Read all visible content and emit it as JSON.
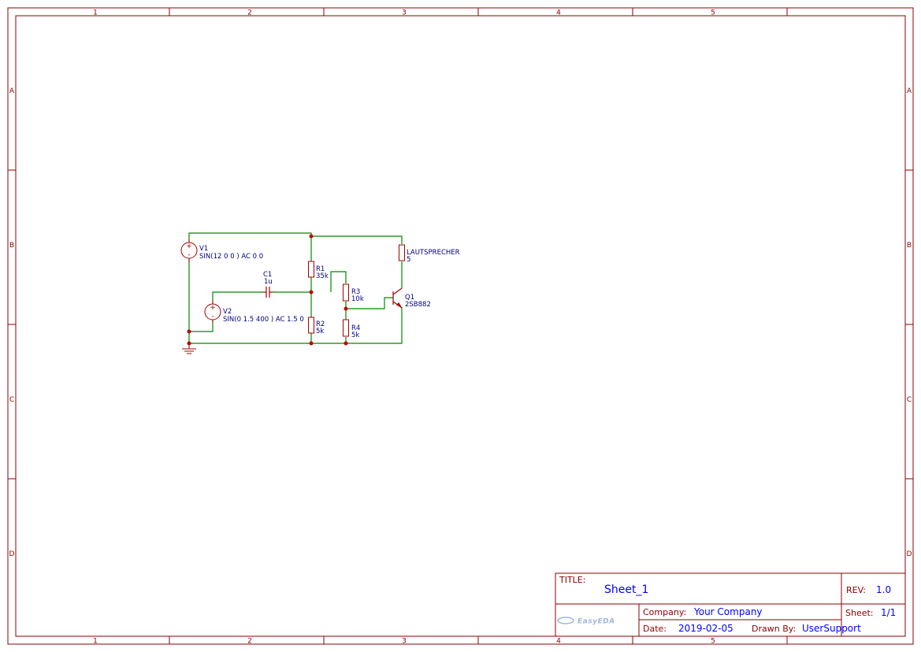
{
  "frame": {
    "columns": [
      "1",
      "2",
      "3",
      "4",
      "5"
    ],
    "rows": [
      "A",
      "B",
      "C",
      "D"
    ]
  },
  "title_block": {
    "title_key": "TITLE:",
    "title_value": "Sheet_1",
    "rev_key": "REV:",
    "rev_value": "1.0",
    "company_key": "Company:",
    "company_value": "Your Company",
    "sheet_key": "Sheet:",
    "sheet_value": "1/1",
    "date_key": "Date:",
    "date_value": "2019-02-05",
    "drawn_key": "Drawn By:",
    "drawn_value": "UserSupport",
    "logo": "EasyEDA"
  },
  "components": {
    "v1": {
      "designator": "V1",
      "value": "SIN(12 0 0 ) AC 0 0"
    },
    "v2": {
      "designator": "V2",
      "value": "SIN(0 1.5 400 ) AC 1.5 0"
    },
    "c1": {
      "designator": "C1",
      "value": "1u"
    },
    "r1": {
      "designator": "R1",
      "value": "35k"
    },
    "r2": {
      "designator": "R2",
      "value": "5k"
    },
    "r3": {
      "designator": "R3",
      "value": "10k"
    },
    "r4": {
      "designator": "R4",
      "value": "5k"
    },
    "speaker": {
      "designator": "LAUTSPRECHER",
      "value": "5"
    },
    "q1": {
      "designator": "Q1",
      "value": "2SB882"
    }
  },
  "colors": {
    "frame": "#8b0000",
    "wire": "#008800",
    "component": "#a00000",
    "label": "#000080",
    "junction": "#c00000",
    "title_value": "#0000ff"
  }
}
